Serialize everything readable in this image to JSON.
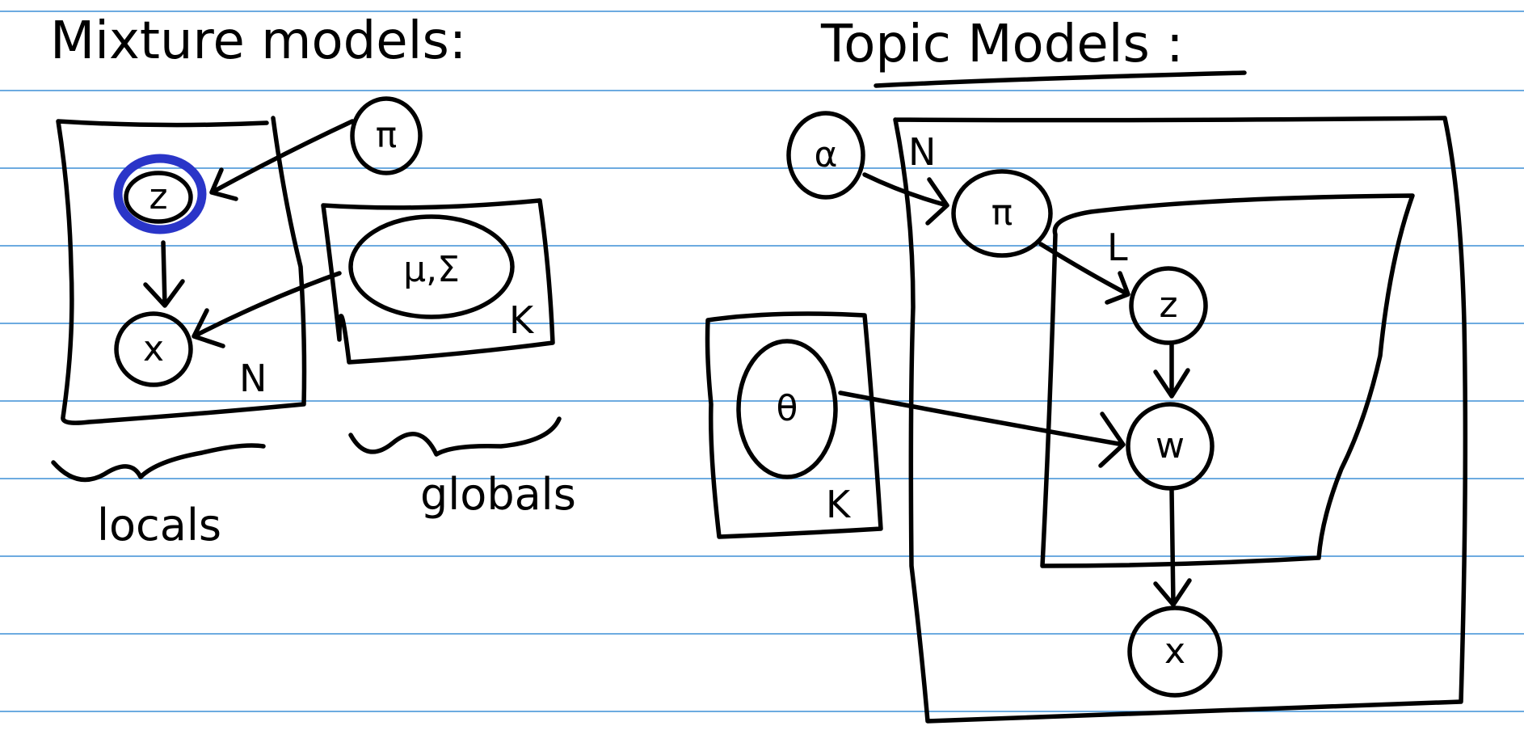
{
  "left": {
    "title": "Mixture models:",
    "nodes": {
      "pi": "π",
      "z": "z",
      "x": "x",
      "mu_sigma": "μ,Σ"
    },
    "plates": {
      "data": "N",
      "components": "K"
    },
    "labels": {
      "locals": "locals",
      "globals": "globals"
    }
  },
  "right": {
    "title": "Topic Models :",
    "nodes": {
      "alpha": "α",
      "pi": "π",
      "z": "z",
      "w": "w",
      "x": "x",
      "theta": "θ"
    },
    "plates": {
      "docs": "N",
      "words": "L",
      "topics": "K"
    }
  },
  "colors": {
    "ink": "#000000",
    "highlight": "#2a35c8",
    "ruled_lines": "#3d8fd6"
  }
}
